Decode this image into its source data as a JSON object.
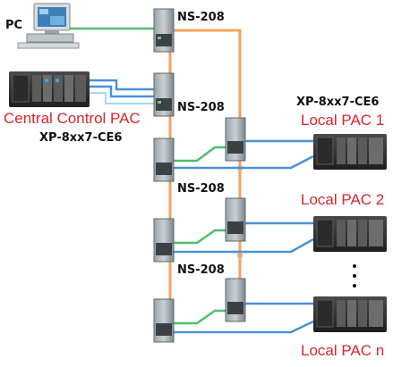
{
  "labels": {
    "pc": "PC",
    "central_pac": "Central Control PAC",
    "central_model": "XP-8xx7-CE6",
    "local_model": "XP-8xx7-CE6",
    "local_pac_1": "Local PAC 1",
    "local_pac_2": "Local PAC 2",
    "local_pac_n": "Local PAC n",
    "switch_1": "NS-208",
    "switch_2": "NS-208",
    "switch_3": "NS-208",
    "switch_4": "NS-208"
  },
  "colors": {
    "fiber": "#f2a25c",
    "green_cable": "#4fbf6a",
    "blue_cable": "#4a90d9",
    "accent_text": "#d9262b"
  }
}
